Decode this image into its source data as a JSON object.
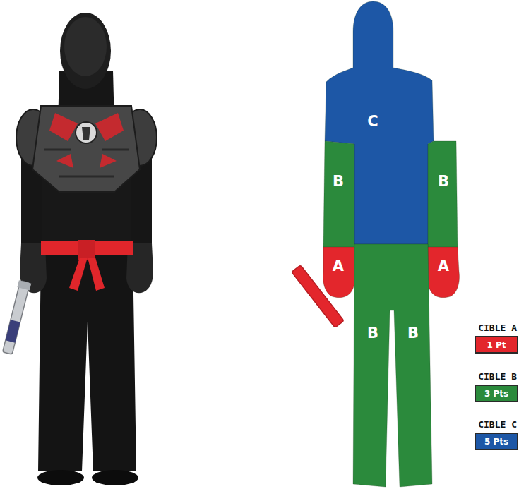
{
  "diagram": {
    "nodes": [
      {
        "text": [
          "C"
        ]
      },
      {
        "text": [
          "B"
        ]
      },
      {
        "text": [
          "B"
        ]
      },
      {
        "text": [
          "A"
        ]
      },
      {
        "text": [
          "A"
        ]
      },
      {
        "text": [
          "B",
          "B"
        ]
      }
    ],
    "labels": [
      "1 Pt",
      "3 Pts",
      "5 Pts"
    ],
    "legend": [
      {
        "text": "CIBLE A",
        "color": "#e3262c"
      },
      {
        "text": "CIBLE B",
        "color": "#2b8a3c"
      },
      {
        "text": "CIBLE C",
        "color": "#1d57a6"
      }
    ]
  }
}
